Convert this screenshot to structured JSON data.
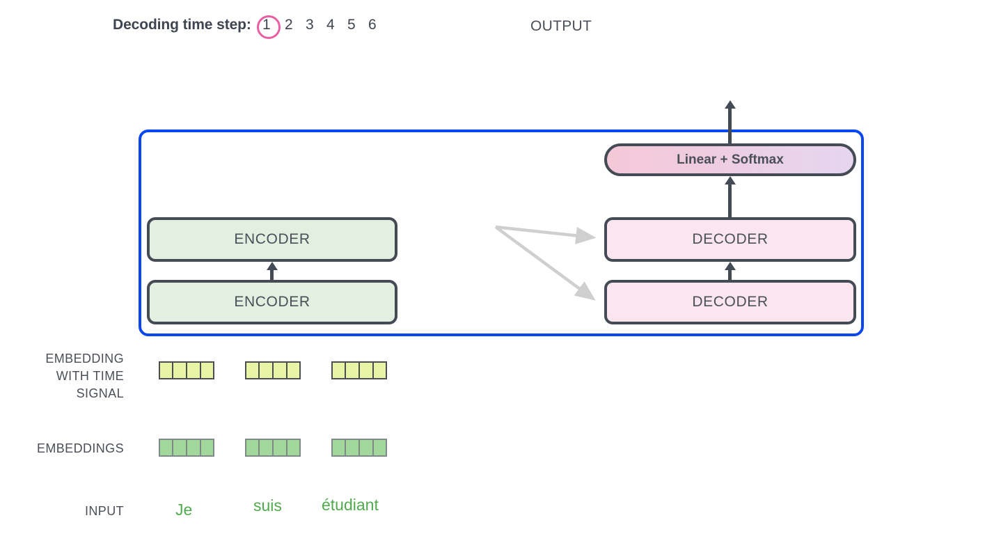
{
  "header": {
    "decoding_step_label": "Decoding time step:",
    "steps": [
      "1",
      "2",
      "3",
      "4",
      "5",
      "6"
    ],
    "active_step": "1",
    "active_step_color": "#ea5ea3",
    "output_label": "OUTPUT"
  },
  "model": {
    "container_border_color": "#0b47f0",
    "linear_softmax_label": "Linear + Softmax",
    "encoder_label": "ENCODER",
    "decoder_label": "DECODER",
    "encoder_color": "#e3efe1",
    "decoder_color": "#fbe6f0",
    "box_border_color": "#454b54",
    "encoders": [
      "ENCODER",
      "ENCODER"
    ],
    "decoders": [
      "DECODER",
      "DECODER"
    ],
    "cross_arrow_color": "#cfcfcf"
  },
  "labels": {
    "embedding_with_time_signal": "EMBEDDING\nWITH TIME\nSIGNAL",
    "embedding_with_time_signal_lines": [
      "EMBEDDING",
      "WITH TIME",
      "SIGNAL"
    ],
    "embeddings": "EMBEDDINGS",
    "input": "INPUT"
  },
  "vectors": {
    "time_signal_color": "#e9f5a5",
    "embedding_color": "#a2d89b",
    "cells_per_vector": 4,
    "vector_count": 3
  },
  "input_tokens": [
    {
      "text": "Je",
      "color": "#51ab4e"
    },
    {
      "text": "suis",
      "color": "#51ab4e"
    },
    {
      "text": "étudiant",
      "color": "#51ab4e"
    }
  ]
}
